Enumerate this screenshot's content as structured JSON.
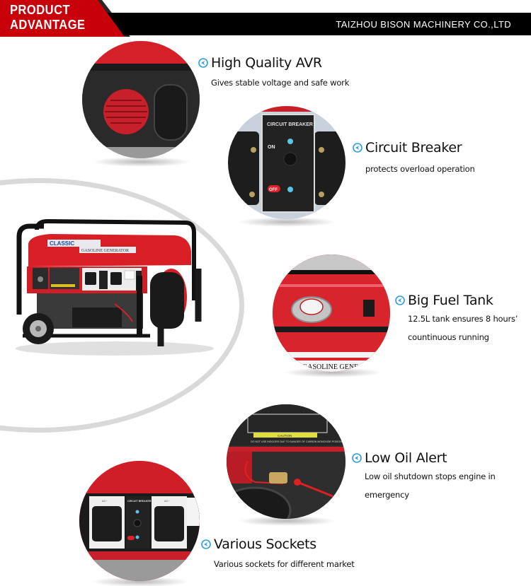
{
  "header": {
    "badge_line1": "PRODUCT",
    "badge_line2": "ADVANTAGE",
    "company": "TAIZHOU BISON MACHINERY CO.,LTD"
  },
  "colors": {
    "brand_red": "#c8000a",
    "header_black": "#000000",
    "arrow_blue": "#2a9fe0",
    "arc_grey": "#d9d9d9"
  },
  "product": {
    "brand_label": "CLASSIC",
    "model_label": "GASOLINE GENERATOR"
  },
  "features": [
    {
      "icon": "back-arrow-icon",
      "title": "High Quality AVR",
      "desc_lines": [
        "Gives stable voltage and safe work"
      ]
    },
    {
      "icon": "back-arrow-icon",
      "title": "Circuit Breaker",
      "desc_lines": [
        "protects overload operation"
      ]
    },
    {
      "icon": "back-arrow-icon",
      "title": "Big Fuel Tank",
      "desc_lines": [
        "12.5L tank ensures 8 hours’",
        "countinuous running"
      ]
    },
    {
      "icon": "back-arrow-icon",
      "title": "Low Oil Alert",
      "desc_lines": [
        "Low oil shutdown stops engine in",
        "emergency"
      ]
    },
    {
      "icon": "back-arrow-icon",
      "title": "Various Sockets",
      "desc_lines": [
        "Various sockets for different market"
      ]
    }
  ],
  "photo_labels": {
    "breaker_panel": "CIRCUIT BREAKER",
    "on": "ON",
    "off": "OFF",
    "fuel_band": "GASOLINE GENE",
    "sockets_panel": "CIRCUIT BREAKER",
    "socket_ac": "AC~",
    "oil_caution": "CAUTION",
    "oil_warning": "DO NOT USE INDOORS DUE TO DANGER OF CARBON MONOXIDE POISONING"
  }
}
